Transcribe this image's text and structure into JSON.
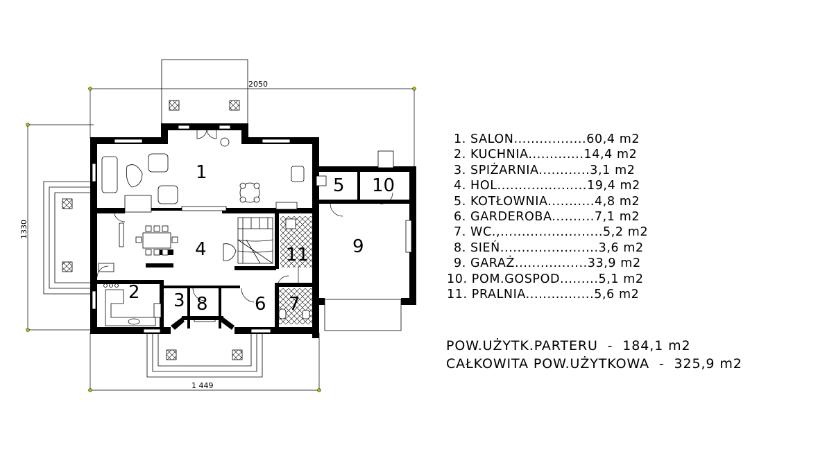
{
  "dimensions": {
    "width_top": "2050",
    "width_bottom": "1 449",
    "height_left": "1330"
  },
  "room_numbers": [
    "1",
    "2",
    "3",
    "4",
    "5",
    "6",
    "7",
    "8",
    "9",
    "10",
    "11"
  ],
  "rooms": [
    {
      "label": "1. SALON.................60,4 m2"
    },
    {
      "label": "2. KUCHNIA.............14,4 m2"
    },
    {
      "label": "3. SPIŻARNIA............3,1 m2"
    },
    {
      "label": "4. HOL.....................19,4 m2"
    },
    {
      "label": "5. KOTŁOWNIA...........4,8 m2"
    },
    {
      "label": "6. GARDEROBA..........7,1 m2"
    },
    {
      "label": "7. WC.,........................5,2 m2"
    },
    {
      "label": "8. SIEŃ.......................3,6 m2"
    },
    {
      "label": "9. GARAŻ.................33,9 m2"
    },
    {
      "label": "10. POM.GOSPOD.........5,1 m2"
    },
    {
      "label": "11. PRALNIA................5,6 m2"
    }
  ],
  "totals": [
    {
      "label": "POW.UŻYTK.PARTERU  -  184,1 m2"
    },
    {
      "label": "CAŁKOWITA POW.UŻYTKOWA  -  325,9 m2"
    }
  ]
}
